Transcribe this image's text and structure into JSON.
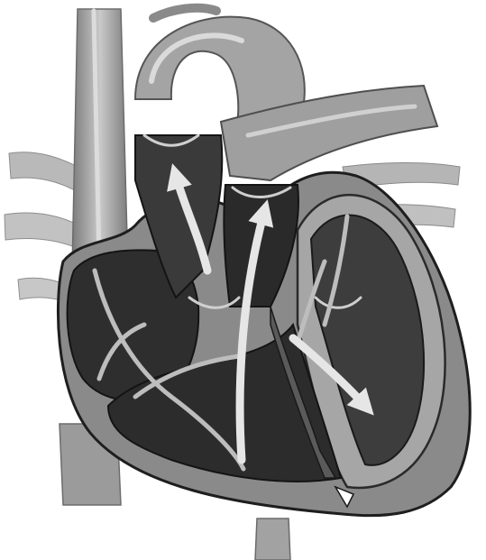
{
  "figure": {
    "subject": "heart-cross-section",
    "style": "grayscale-illustration",
    "arrows": [
      {
        "name": "flow-arrow-atrium",
        "direction": "up"
      },
      {
        "name": "flow-arrow-aorta",
        "direction": "up"
      },
      {
        "name": "flow-arrow-left-ventricle",
        "direction": "down"
      }
    ],
    "colors": {
      "background": "#ffffff",
      "outer_wall": "#8a8a8a",
      "wall_light": "#a6a6a6",
      "chamber_dark": "#2c2c2c",
      "chamber_mid": "#3d3d3d",
      "vessel_light": "#c8c8c8",
      "vessel_mid": "#9a9a9a",
      "flow_arrow": "#e6e6e6",
      "outline": "#1e1e1e"
    }
  }
}
